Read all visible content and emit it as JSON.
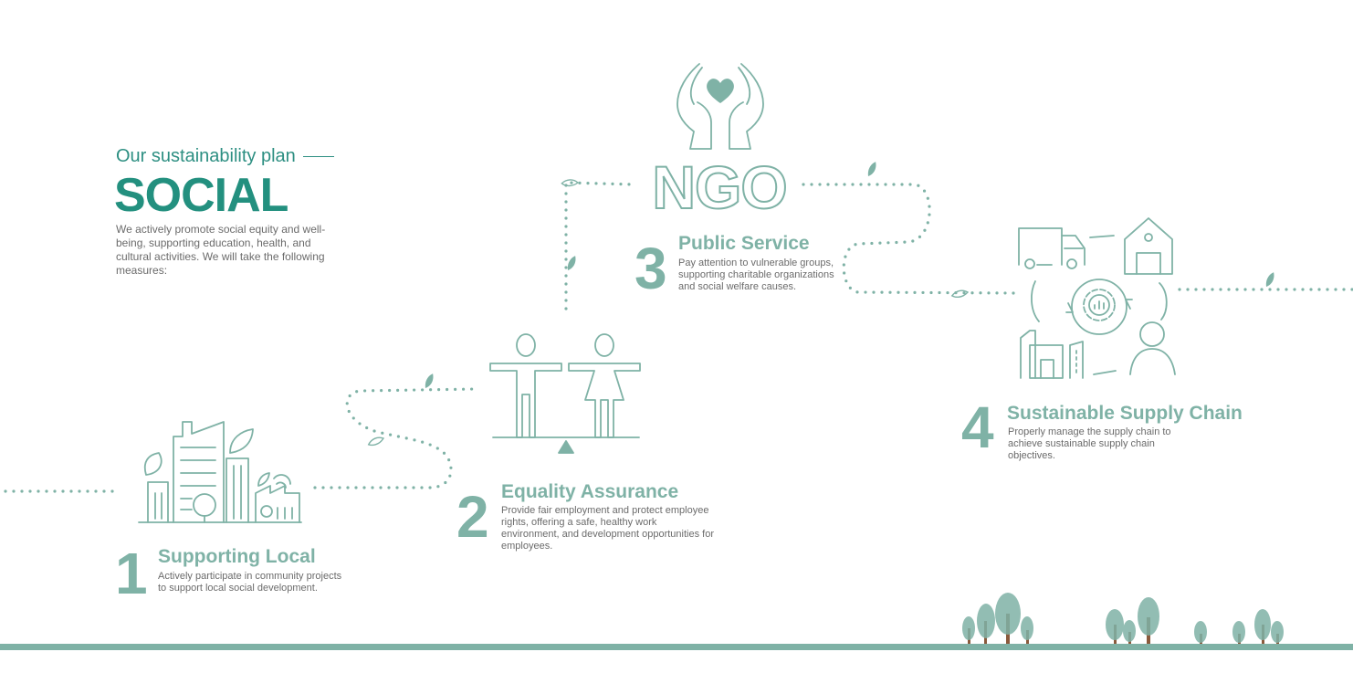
{
  "intro": {
    "eyebrow": "Our sustainability plan",
    "headline": "SOCIAL",
    "description": "We actively promote social equity and well-being, supporting education, health, and cultural activities. We will take the following measures:"
  },
  "steps": [
    {
      "number": "1",
      "title": "Supporting Local",
      "description": "Actively participate in community projects to support local social development."
    },
    {
      "number": "2",
      "title": "Equality Assurance",
      "description": "Provide fair employment and protect employee rights, offering a safe, healthy work environment, and development opportunities for employees."
    },
    {
      "number": "3",
      "title": "Public Service",
      "description": "Pay attention to vulnerable groups, supporting charitable organizations and social welfare causes."
    },
    {
      "number": "4",
      "title": "Sustainable Supply Chain",
      "description": "Properly manage the supply chain to achieve sustainable supply chain objectives."
    }
  ],
  "icons": {
    "ngo_label": "NGO",
    "step1": "city-buildings-icon",
    "step2": "balance-people-icon",
    "step3": "hands-heart-icon",
    "step4": "supply-chain-cycle-icon"
  },
  "colors": {
    "accent": "#23907f",
    "soft_accent": "#7fb2a6",
    "text": "#6b6b6b",
    "ground": "#7fb2a6"
  }
}
